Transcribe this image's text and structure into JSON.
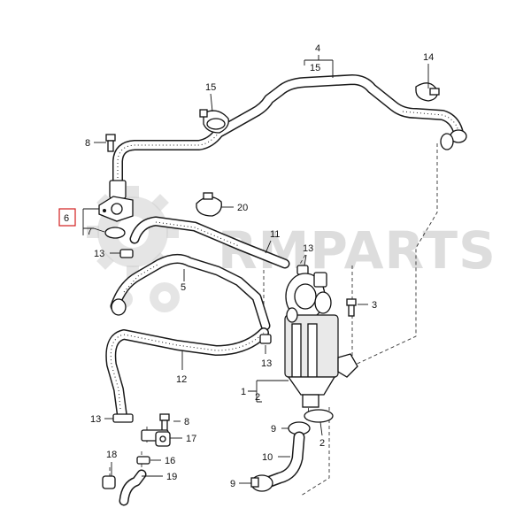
{
  "diagram": {
    "watermark": "RMPARTS",
    "highlight_color": "#d21f1f",
    "callouts": [
      {
        "id": "c4",
        "text": "4"
      },
      {
        "id": "c15a",
        "text": "15"
      },
      {
        "id": "c14",
        "text": "14"
      },
      {
        "id": "c15b",
        "text": "15"
      },
      {
        "id": "c8a",
        "text": "8"
      },
      {
        "id": "c6",
        "text": "6"
      },
      {
        "id": "c7",
        "text": "7"
      },
      {
        "id": "c20",
        "text": "20"
      },
      {
        "id": "c11",
        "text": "11"
      },
      {
        "id": "c13a",
        "text": "13"
      },
      {
        "id": "c13b",
        "text": "13"
      },
      {
        "id": "c5",
        "text": "5"
      },
      {
        "id": "c3",
        "text": "3"
      },
      {
        "id": "c13c",
        "text": "13"
      },
      {
        "id": "c12",
        "text": "12"
      },
      {
        "id": "c1",
        "text": "1"
      },
      {
        "id": "c2a",
        "text": "2"
      },
      {
        "id": "c13d",
        "text": "13"
      },
      {
        "id": "c8b",
        "text": "8"
      },
      {
        "id": "c17",
        "text": "17"
      },
      {
        "id": "c9a",
        "text": "9"
      },
      {
        "id": "c2b",
        "text": "2"
      },
      {
        "id": "c18",
        "text": "18"
      },
      {
        "id": "c16",
        "text": "16"
      },
      {
        "id": "c19",
        "text": "19"
      },
      {
        "id": "c10",
        "text": "10"
      },
      {
        "id": "c9b",
        "text": "9"
      }
    ]
  }
}
